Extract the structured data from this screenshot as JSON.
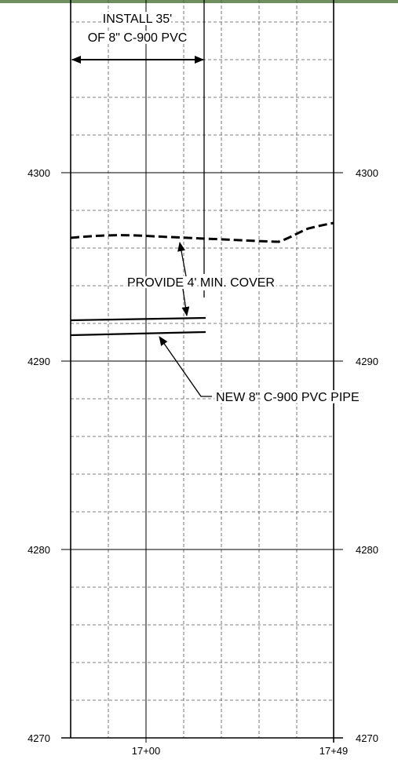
{
  "profile": {
    "elevation_labels": [
      "4300",
      "4290",
      "4280",
      "4270"
    ],
    "elevation_range": [
      4270,
      4308
    ],
    "station_labels": [
      "17+00",
      "17+49"
    ],
    "notes": {
      "install_line1": "INSTALL 35'",
      "install_line2": "OF 8\" C-900 PVC",
      "cover": "PROVIDE 4' MIN. COVER",
      "pipe": "NEW 8\" C-900 PVC PIPE"
    },
    "colors": {
      "line": "#000000",
      "grid": "#555555",
      "background": "#ffffff"
    }
  }
}
